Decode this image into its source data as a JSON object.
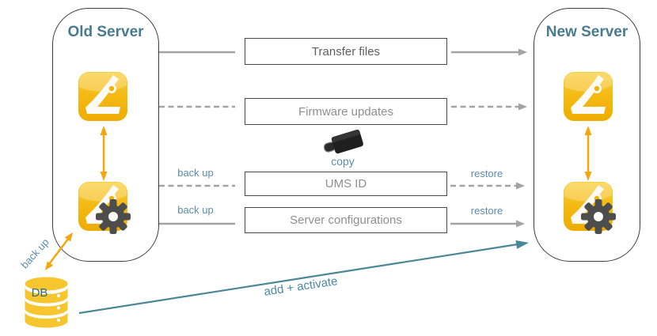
{
  "old_server": {
    "title": "Old Server"
  },
  "new_server": {
    "title": "New Server"
  },
  "flows": {
    "transfer": {
      "label": "Transfer files"
    },
    "firmware": {
      "label": "Firmware updates"
    },
    "ums_id": {
      "label": "UMS ID",
      "backup_label": "back up",
      "restore_label": "restore"
    },
    "server_config": {
      "label": "Server configurations",
      "backup_label": "back up",
      "restore_label": "restore"
    }
  },
  "usb": {
    "label": "copy"
  },
  "db": {
    "label": "DB",
    "backup_label": "back up"
  },
  "migration": {
    "label": "add + activate"
  },
  "colors": {
    "title_teal": "#487b8f",
    "label_blue": "#5c8caa",
    "arrow_gray": "#a3a3a3",
    "arrow_orange": "#f5a60d",
    "arrow_teal": "#4a8796",
    "igel_yellow": "#f6be18",
    "gear_gray": "#4d4d4d"
  }
}
